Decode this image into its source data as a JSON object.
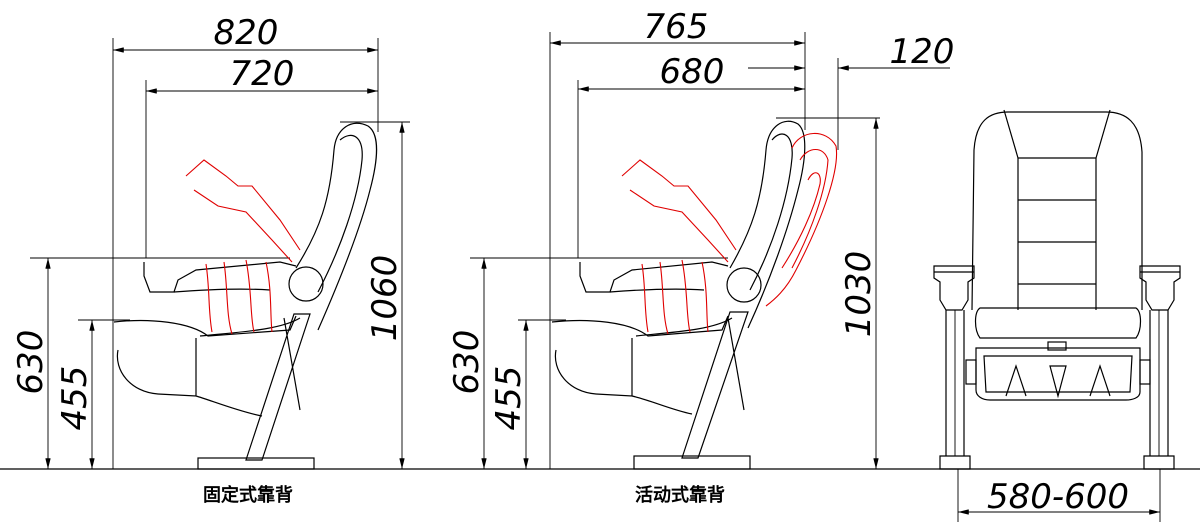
{
  "fixed_chair": {
    "caption": "固定式靠背",
    "dims": {
      "depth_total": "820",
      "depth_seat": "720",
      "height_total": "1060",
      "arm_height": "630",
      "seat_height": "455"
    }
  },
  "movable_chair": {
    "caption": "活动式靠背",
    "dims": {
      "depth_total": "765",
      "depth_seat": "680",
      "recline": "120",
      "height_total": "1030",
      "arm_height": "630",
      "seat_height": "455"
    }
  },
  "front_view": {
    "dims": {
      "width": "580-600"
    }
  },
  "colors": {
    "outline": "#000000",
    "motion": "#e00000",
    "background": "#ffffff"
  }
}
